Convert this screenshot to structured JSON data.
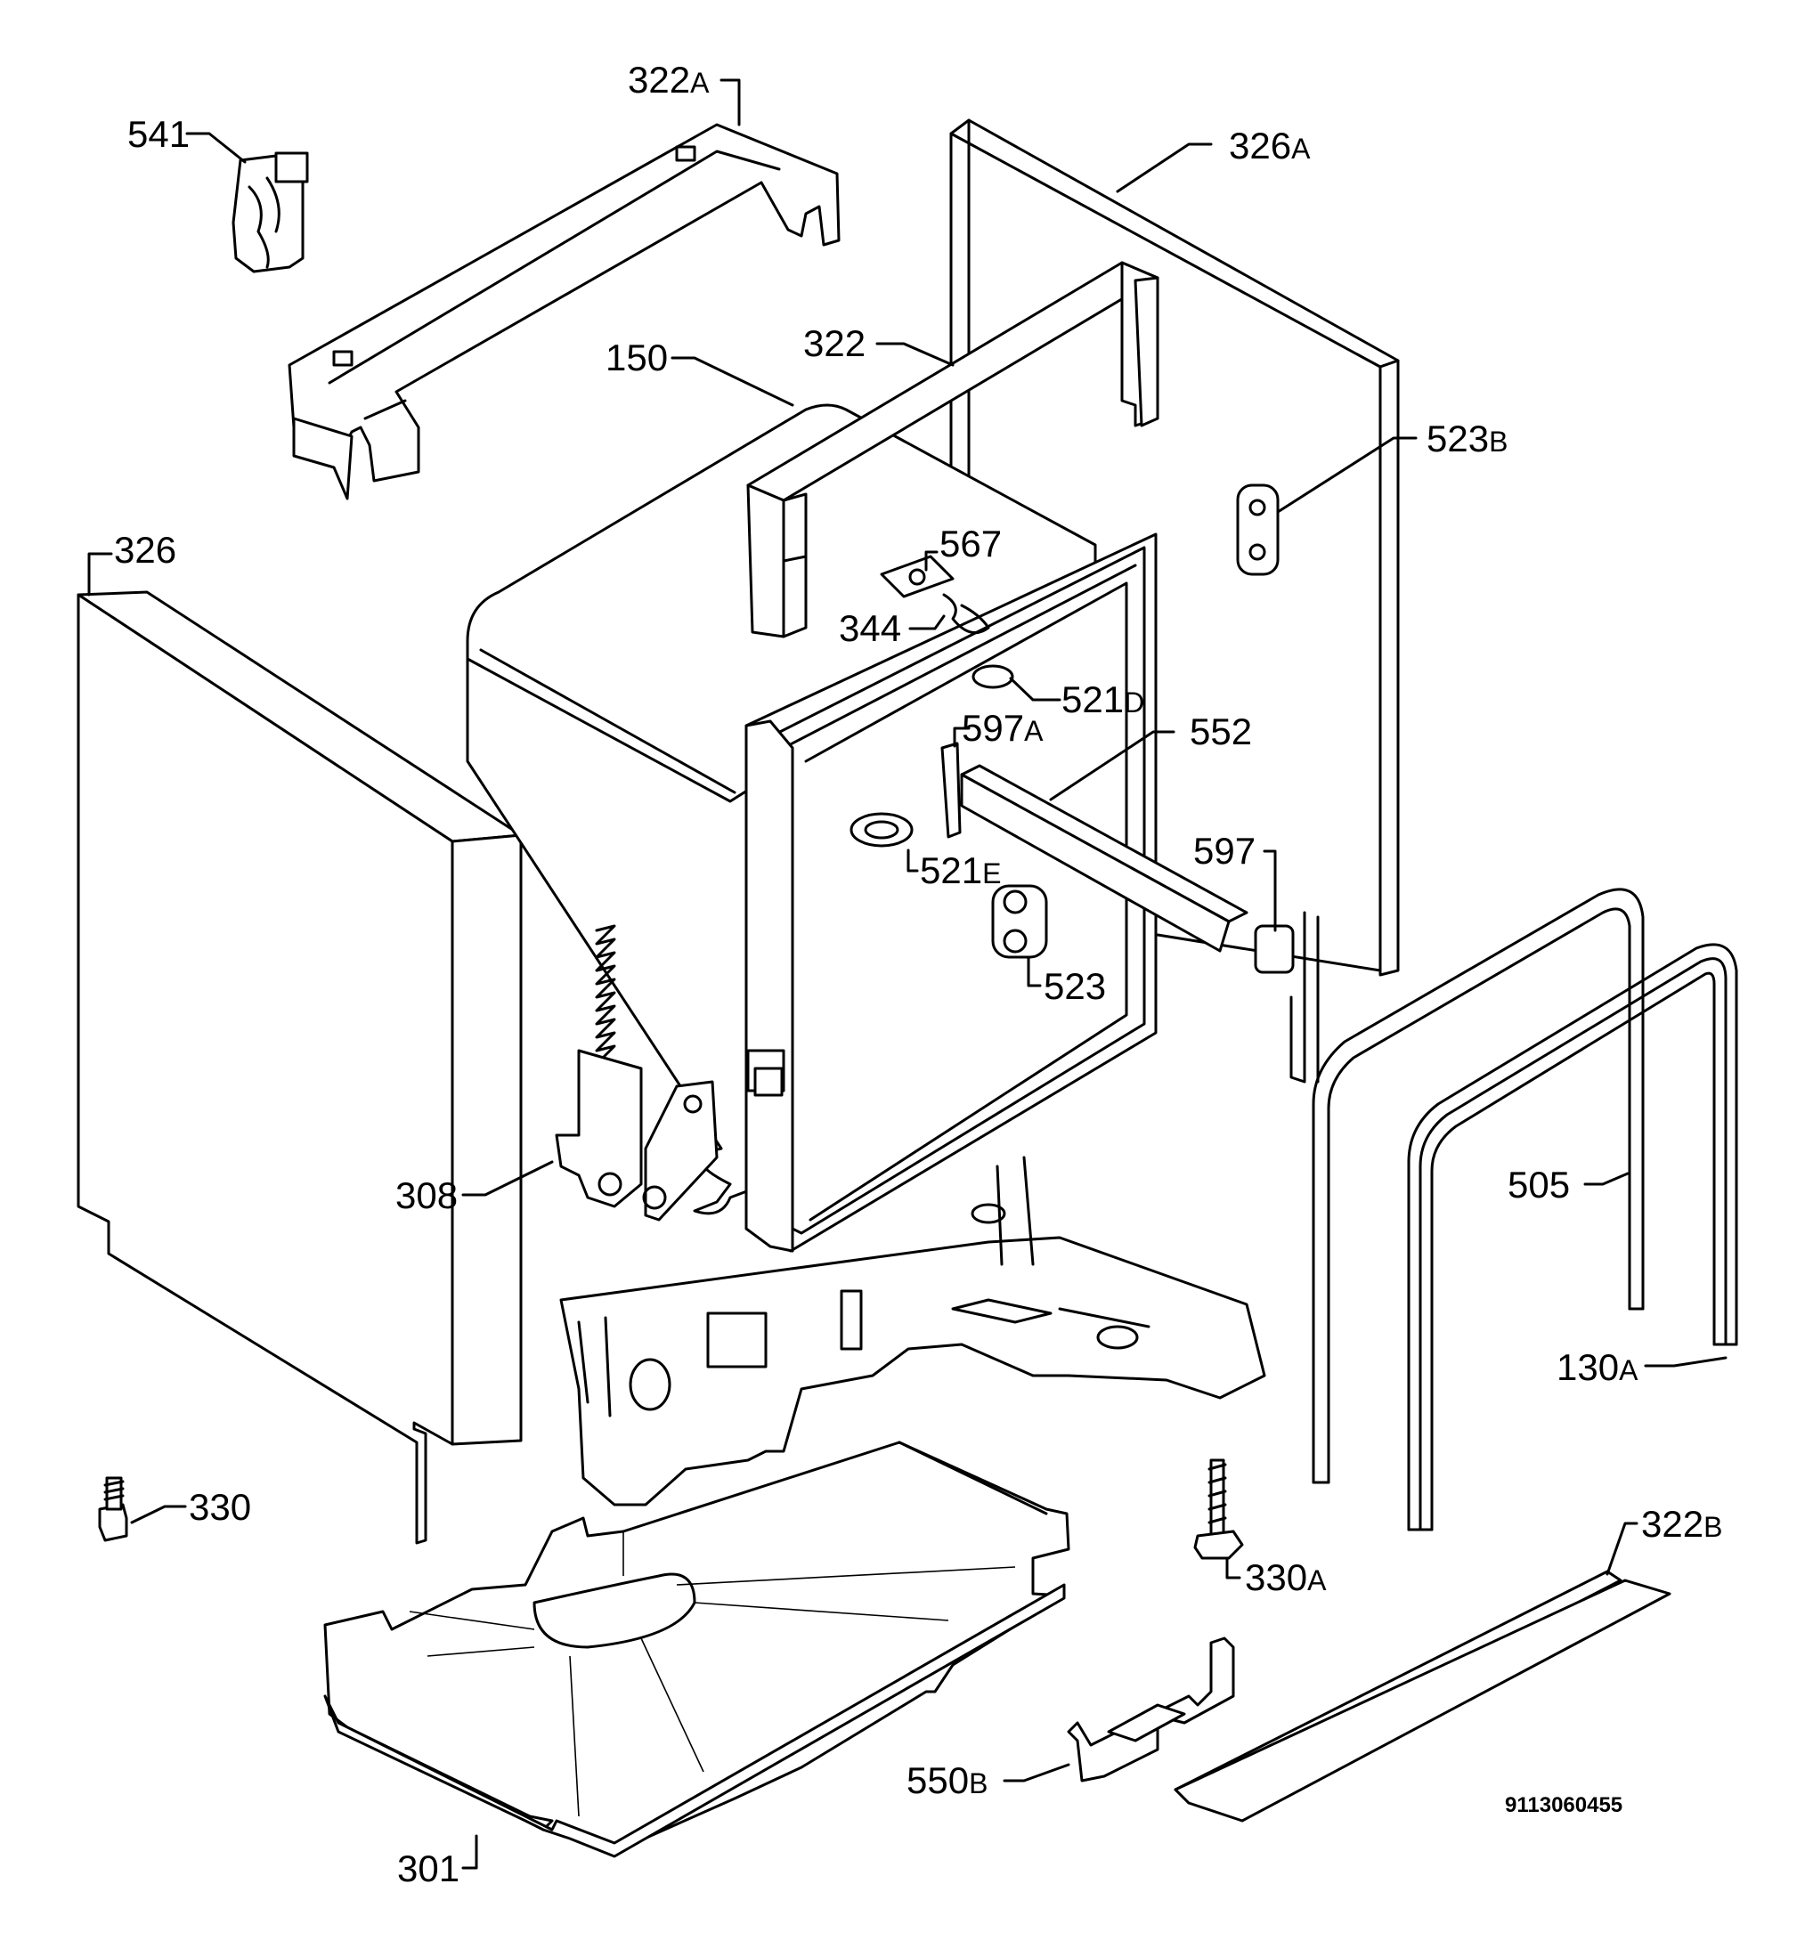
{
  "drawing_number": "9113060455",
  "callouts": [
    {
      "id": "c541",
      "num": "541",
      "suffix": ""
    },
    {
      "id": "c322a",
      "num": "322",
      "suffix": "A"
    },
    {
      "id": "c326a",
      "num": "326",
      "suffix": "A"
    },
    {
      "id": "c150",
      "num": "150",
      "suffix": ""
    },
    {
      "id": "c322",
      "num": "322",
      "suffix": ""
    },
    {
      "id": "c523b",
      "num": "523",
      "suffix": "B"
    },
    {
      "id": "c326",
      "num": "326",
      "suffix": ""
    },
    {
      "id": "c567",
      "num": "567",
      "suffix": ""
    },
    {
      "id": "c344",
      "num": "344",
      "suffix": ""
    },
    {
      "id": "c521d",
      "num": "521",
      "suffix": "D"
    },
    {
      "id": "c597a",
      "num": "597",
      "suffix": "A"
    },
    {
      "id": "c552",
      "num": "552",
      "suffix": ""
    },
    {
      "id": "c597",
      "num": "597",
      "suffix": ""
    },
    {
      "id": "c521e",
      "num": "521",
      "suffix": "E"
    },
    {
      "id": "c523",
      "num": "523",
      "suffix": ""
    },
    {
      "id": "c308",
      "num": "308",
      "suffix": ""
    },
    {
      "id": "c505",
      "num": "505",
      "suffix": ""
    },
    {
      "id": "c130a",
      "num": "130",
      "suffix": "A"
    },
    {
      "id": "c330",
      "num": "330",
      "suffix": ""
    },
    {
      "id": "c322b",
      "num": "322",
      "suffix": "B"
    },
    {
      "id": "c330a",
      "num": "330",
      "suffix": "A"
    },
    {
      "id": "c550b",
      "num": "550",
      "suffix": "B"
    },
    {
      "id": "c301",
      "num": "301",
      "suffix": ""
    }
  ]
}
